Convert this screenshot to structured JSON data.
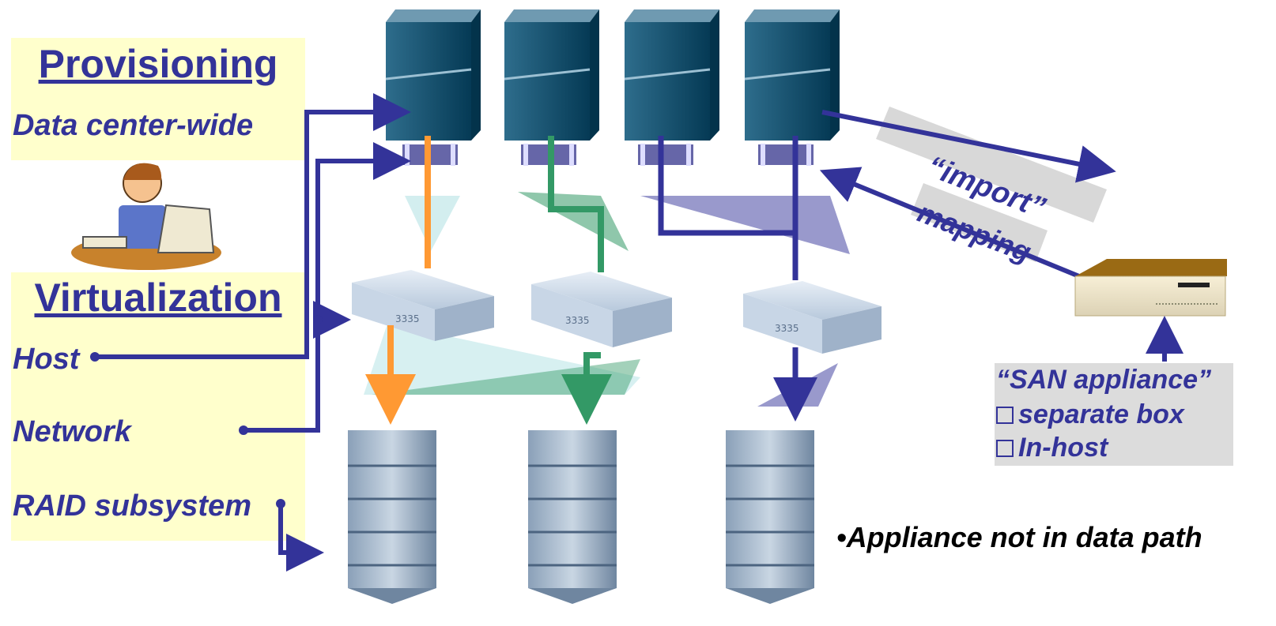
{
  "colors": {
    "panel": "#ffffcc",
    "text": "#333399",
    "link": "#333399",
    "orange": "#ff9933",
    "green": "#339966",
    "server": "#0a4a66",
    "appliance_box": "#dcdcdc"
  },
  "left_panel": {
    "provisioning_heading": "Provisioning",
    "provisioning_scope": "Data center-wide",
    "virtualization_heading": "Virtualization",
    "items": [
      "Host",
      "Network",
      "RAID subsystem"
    ]
  },
  "labels": {
    "import": "“import”",
    "mapping": "mapping"
  },
  "appliance": {
    "title": "“SAN appliance”",
    "options": [
      "separate box",
      "In-host"
    ]
  },
  "note": "•Appliance not in data path",
  "icons": {
    "person": "person-at-computer-icon",
    "server": "server-tower-icon",
    "switch": "network-switch-icon",
    "storage": "storage-array-icon",
    "appliance": "san-appliance-icon"
  }
}
